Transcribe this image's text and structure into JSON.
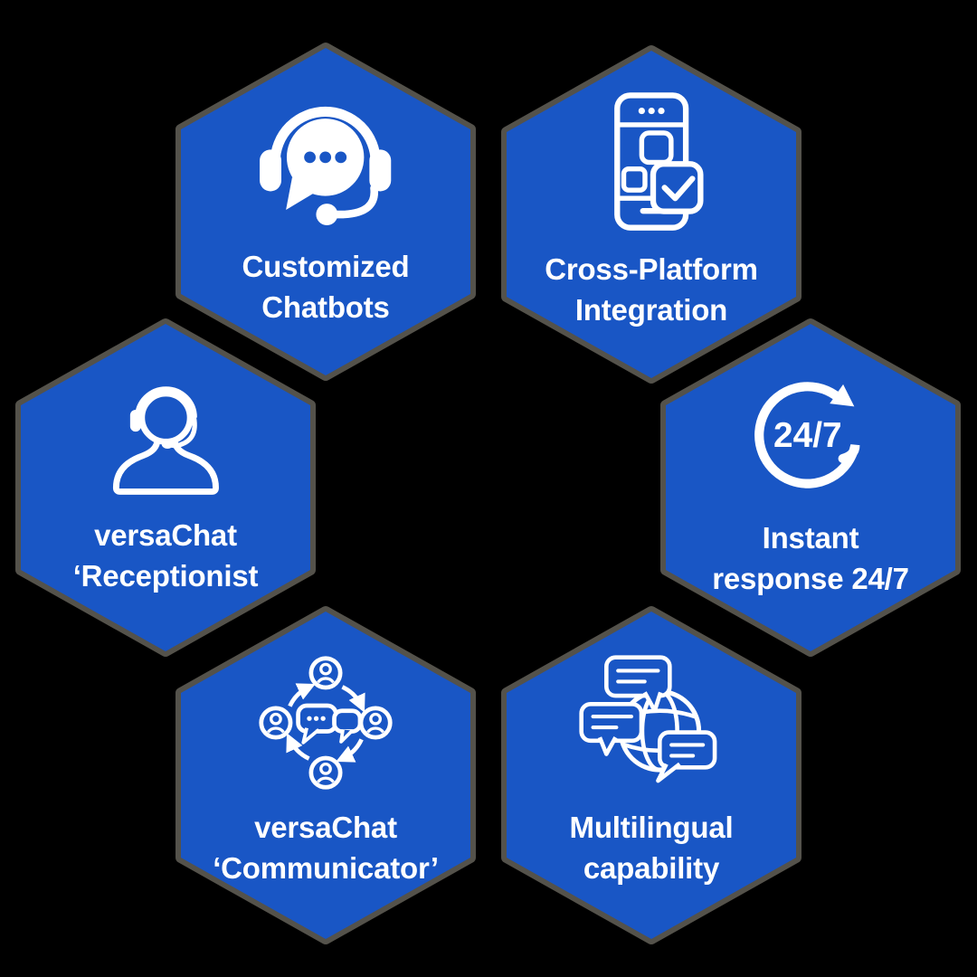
{
  "colors": {
    "background": "#000000",
    "hex_fill": "#1956C5",
    "hex_outline": "#54524B",
    "icon_color": "#FFFFFF",
    "text_color": "#FFFFFF"
  },
  "hexagons": [
    {
      "id": "customized-chatbots",
      "icon": "chatbot-headset-icon",
      "lines": [
        "Customized",
        "Chatbots"
      ]
    },
    {
      "id": "cross-platform",
      "icon": "phone-checkmark-icon",
      "lines": [
        "Cross-Platform",
        "Integration"
      ]
    },
    {
      "id": "receptionist",
      "icon": "person-headset-icon",
      "lines": [
        "versaChat",
        "‘Receptionist"
      ]
    },
    {
      "id": "instant-response",
      "icon": "24-7-circular-arrow-icon",
      "lines": [
        "Instant",
        "response 24/7"
      ],
      "icon_text": "24/7"
    },
    {
      "id": "communicator",
      "icon": "people-network-chat-icon",
      "lines": [
        "versaChat",
        "‘Communicator’"
      ]
    },
    {
      "id": "multilingual",
      "icon": "globe-speech-bubbles-icon",
      "lines": [
        "Multilingual",
        "capability"
      ]
    }
  ]
}
